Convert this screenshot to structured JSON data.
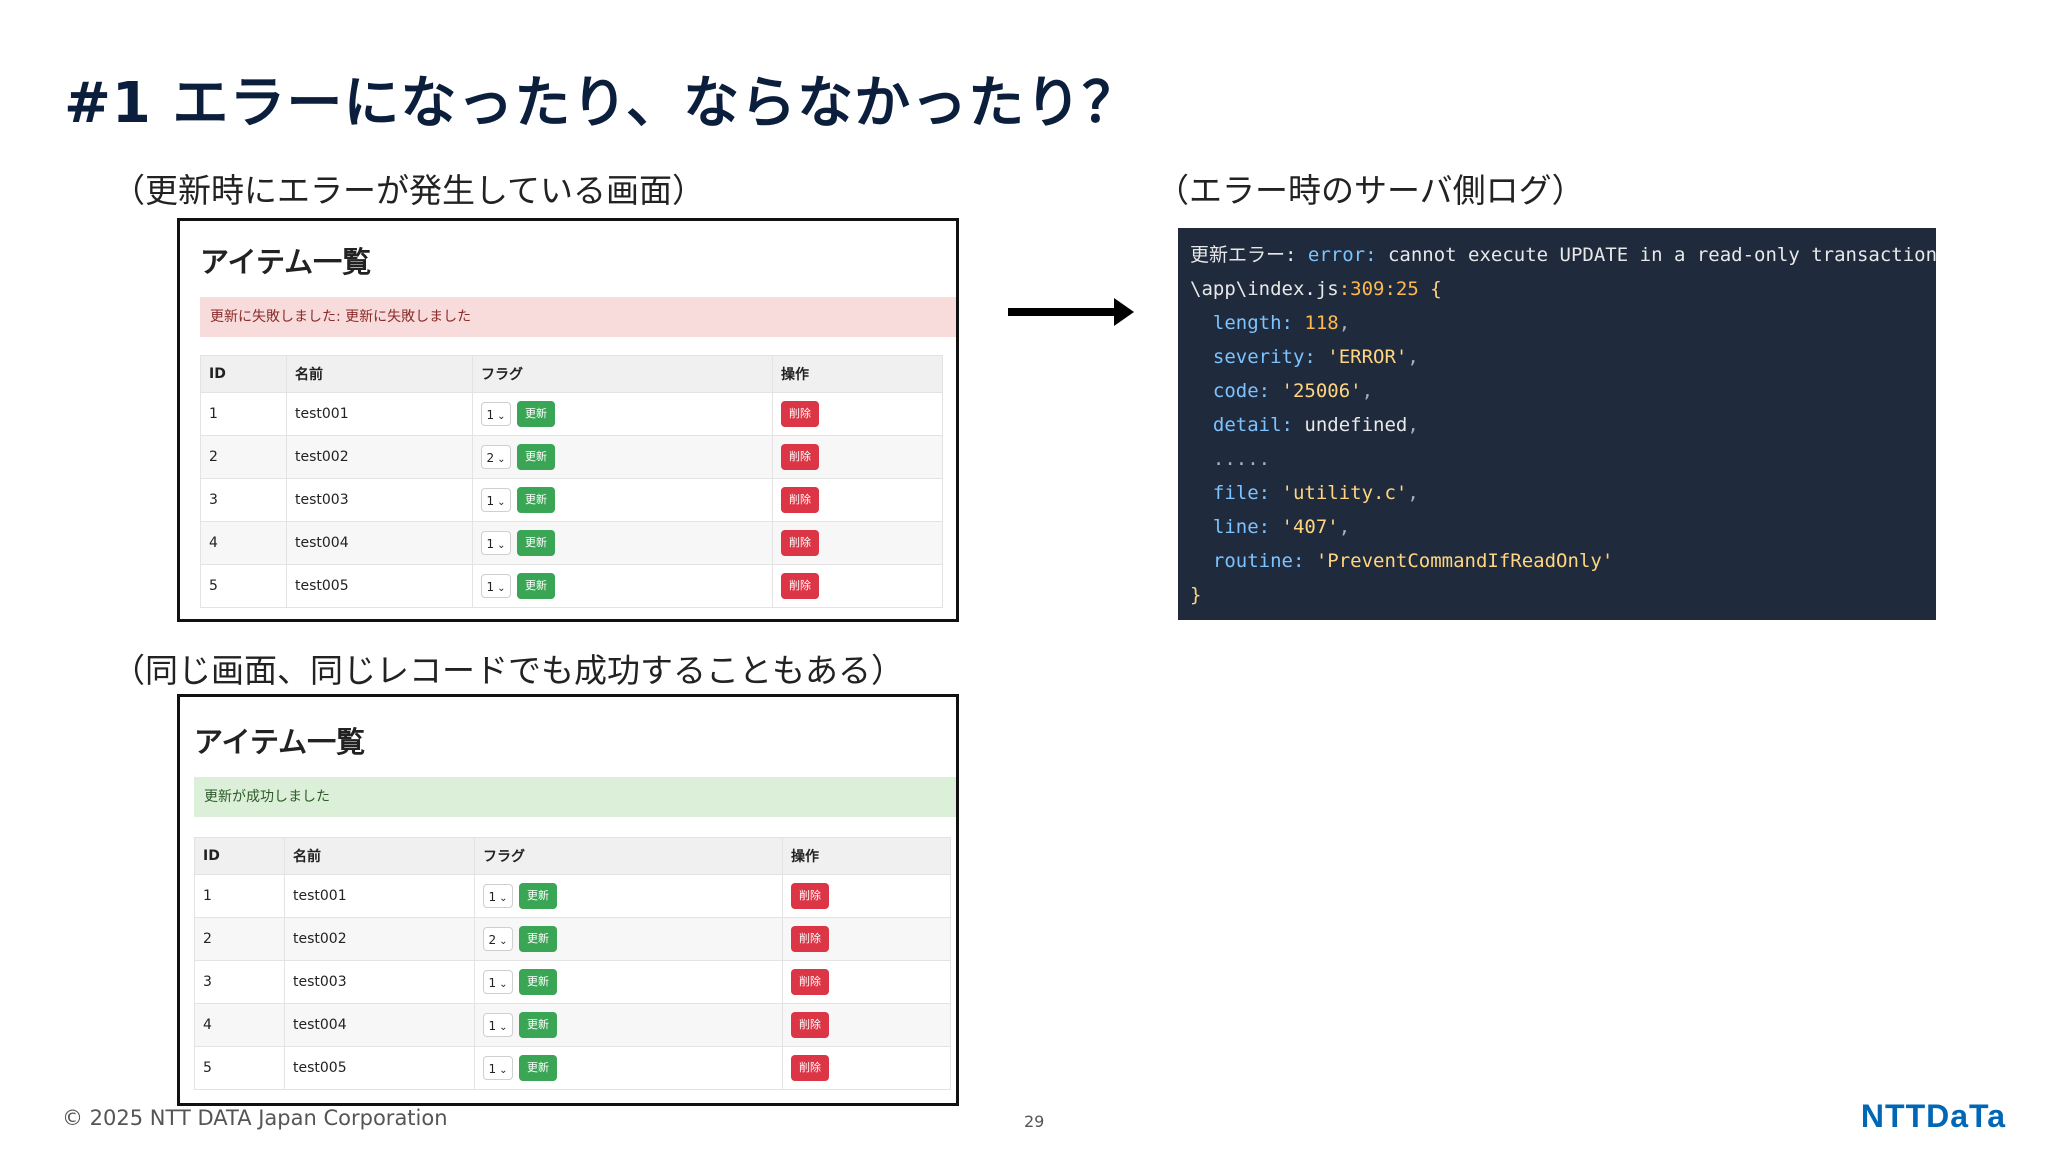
{
  "slide": {
    "title": "#1 エラーになったり、ならなかったり？",
    "caption_error_screen": "（更新時にエラーが発生している画面）",
    "caption_success_screen": "（同じ画面、同じレコードでも成功することもある）",
    "caption_server_log": "（エラー時のサーバ側ログ）",
    "footer": "© 2025 NTT DATA Japan Corporation",
    "page_number": "29",
    "logo_text": "NTTDaTa"
  },
  "screen_error": {
    "title": "アイテム一覧",
    "alert": "更新に失敗しました: 更新に失敗しました",
    "columns": [
      "ID",
      "名前",
      "フラグ",
      "操作"
    ],
    "rows": [
      {
        "id": "1",
        "name": "test001",
        "flag": "1",
        "update": "更新",
        "delete": "削除"
      },
      {
        "id": "2",
        "name": "test002",
        "flag": "2",
        "update": "更新",
        "delete": "削除"
      },
      {
        "id": "3",
        "name": "test003",
        "flag": "1",
        "update": "更新",
        "delete": "削除"
      },
      {
        "id": "4",
        "name": "test004",
        "flag": "1",
        "update": "更新",
        "delete": "削除"
      },
      {
        "id": "5",
        "name": "test005",
        "flag": "1",
        "update": "更新",
        "delete": "削除"
      }
    ]
  },
  "screen_success": {
    "title": "アイテム一覧",
    "alert": "更新が成功しました",
    "columns": [
      "ID",
      "名前",
      "フラグ",
      "操作"
    ],
    "rows": [
      {
        "id": "1",
        "name": "test001",
        "flag": "1",
        "update": "更新",
        "delete": "削除"
      },
      {
        "id": "2",
        "name": "test002",
        "flag": "2",
        "update": "更新",
        "delete": "削除"
      },
      {
        "id": "3",
        "name": "test003",
        "flag": "1",
        "update": "更新",
        "delete": "削除"
      },
      {
        "id": "4",
        "name": "test004",
        "flag": "1",
        "update": "更新",
        "delete": "削除"
      },
      {
        "id": "5",
        "name": "test005",
        "flag": "1",
        "update": "更新",
        "delete": "削除"
      }
    ]
  },
  "server_log": {
    "line1_prefix": "更新エラー: ",
    "line1_key": "error: ",
    "line1_msg": "cannot execute UPDATE in a read-only transaction",
    "line2_path": "\\app\\index.js",
    "line2_pos": ":309:25",
    "line2_brace": " {",
    "length_key": "length: ",
    "length_val": "118",
    "severity_key": "severity: ",
    "severity_val": "'ERROR'",
    "code_key": "code: ",
    "code_val": "'25006'",
    "detail_key": "detail: ",
    "detail_val": "undefined",
    "ellipsis": ".....",
    "file_key": "file: ",
    "file_val": "'utility.c'",
    "line_key": "line: ",
    "line_val": "'407'",
    "routine_key": "routine: ",
    "routine_val": "'PreventCommandIfReadOnly'",
    "close_brace": "}"
  },
  "colors": {
    "title": "#0b1e3c",
    "update_button": "#3aa655",
    "delete_button": "#dc3545",
    "error_alert_bg": "#f8dcdc",
    "success_alert_bg": "#dcefd8",
    "log_bg": "#1f2a3c",
    "logo": "#0067b6"
  }
}
